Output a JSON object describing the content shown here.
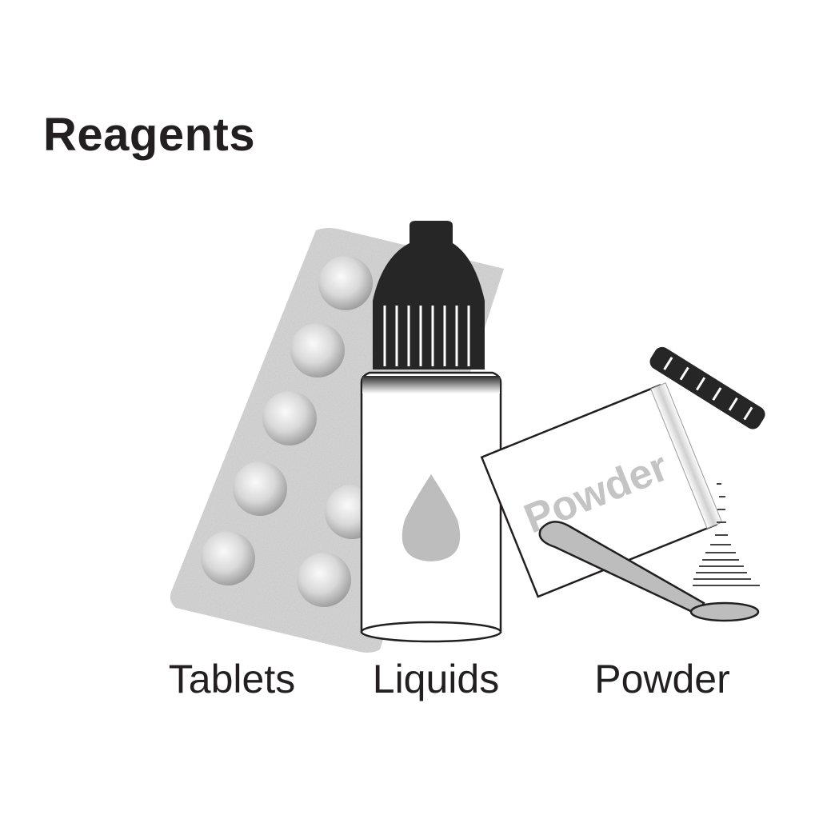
{
  "heading": "Reagents",
  "items": [
    {
      "label": "Tablets",
      "icon": "tablet-blister-icon"
    },
    {
      "label": "Liquids",
      "icon": "dropper-bottle-icon"
    },
    {
      "label": "Powder",
      "icon": "powder-sachet-icon"
    }
  ],
  "sachet_text": "Powder",
  "colors": {
    "ink": "#231f20",
    "cap": "#262626",
    "drop": "#bdbdbd",
    "sachet_text": "#c4c4c4",
    "blister": "#cfcfcf"
  }
}
